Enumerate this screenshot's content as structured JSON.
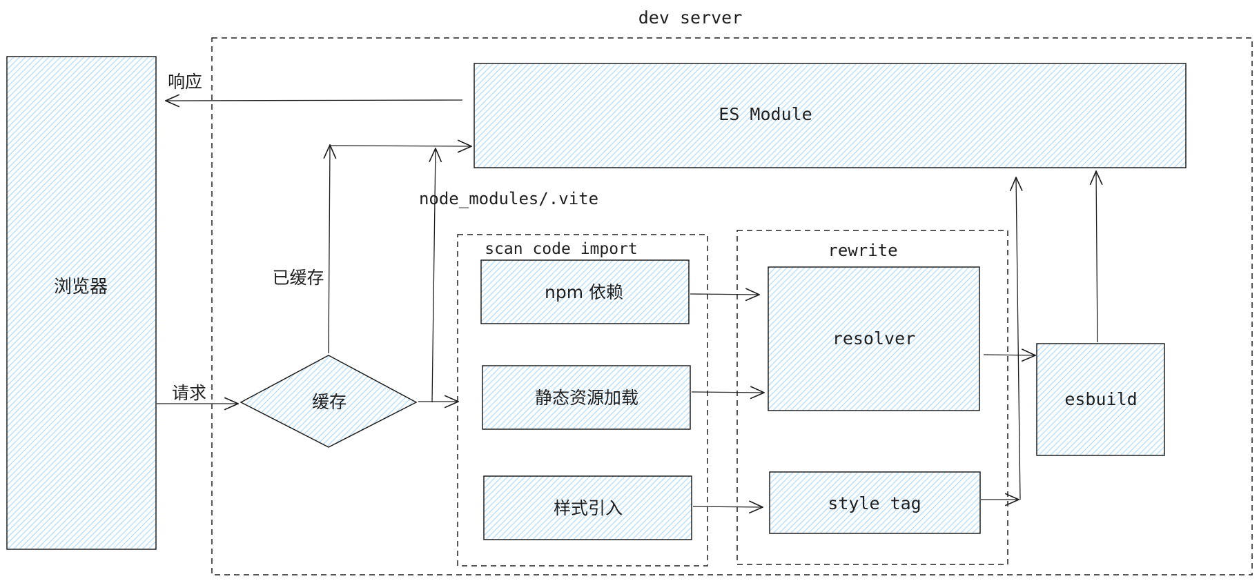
{
  "colors": {
    "stroke": "#1e1e1e",
    "fill_hatch": "#a5d8ff",
    "background": "#ffffff"
  },
  "labels": {
    "dev_server": "dev server",
    "browser": "浏览器",
    "response": "响应",
    "request": "请求",
    "es_module": "ES Module",
    "cached": "已缓存",
    "node_modules_vite": "node_modules/.vite",
    "cache": "缓存",
    "scan_code_import": "scan code import",
    "npm_deps": "npm 依赖",
    "static_assets": "静态资源加载",
    "style_import": "样式引入",
    "rewrite": "rewrite",
    "resolver": "resolver",
    "style_tag": "style tag",
    "esbuild": "esbuild"
  }
}
